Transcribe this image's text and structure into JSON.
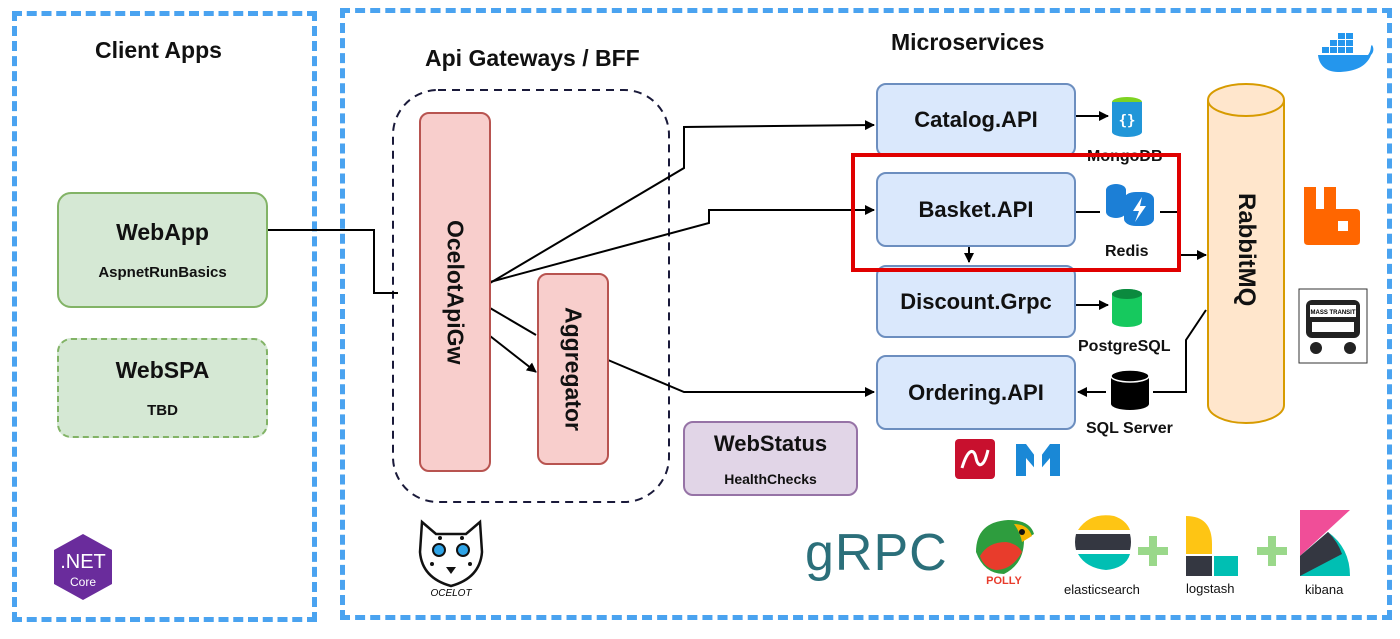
{
  "sections": {
    "client_apps": "Client Apps",
    "gateways": "Api Gateways / BFF",
    "microservices": "Microservices"
  },
  "clients": {
    "webapp": {
      "name": "WebApp",
      "sub": "AspnetRunBasics"
    },
    "webspa": {
      "name": "WebSPA",
      "sub": "TBD"
    }
  },
  "gateway": {
    "ocelot": "OcelotApiGw",
    "aggregator": "Aggregator"
  },
  "services": {
    "catalog": "Catalog.API",
    "basket": "Basket.API",
    "discount": "Discount.Grpc",
    "ordering": "Ordering.API"
  },
  "databases": {
    "mongodb": "MongoDB",
    "redis": "Redis",
    "postgres": "PostgreSQL",
    "sqlserver": "SQL Server"
  },
  "broker": "RabbitMQ",
  "webstatus": {
    "name": "WebStatus",
    "sub": "HealthChecks"
  },
  "logos": {
    "dotnet_line1": ".NET",
    "dotnet_line2": "Core",
    "ocelot": "OCELOT",
    "grpc": "gRPC",
    "polly": "POLLY",
    "elasticsearch": "elasticsearch",
    "logstash": "logstash",
    "kibana": "kibana",
    "masstransit": "MASS TRANSIT"
  },
  "colors": {
    "frame": "#4aa3f0",
    "highlight": "#e00000",
    "client_fill": "#d5e8d4",
    "service_fill": "#dae8fc",
    "gateway_fill": "#f8cecc",
    "broker_fill": "#ffe6cc"
  }
}
